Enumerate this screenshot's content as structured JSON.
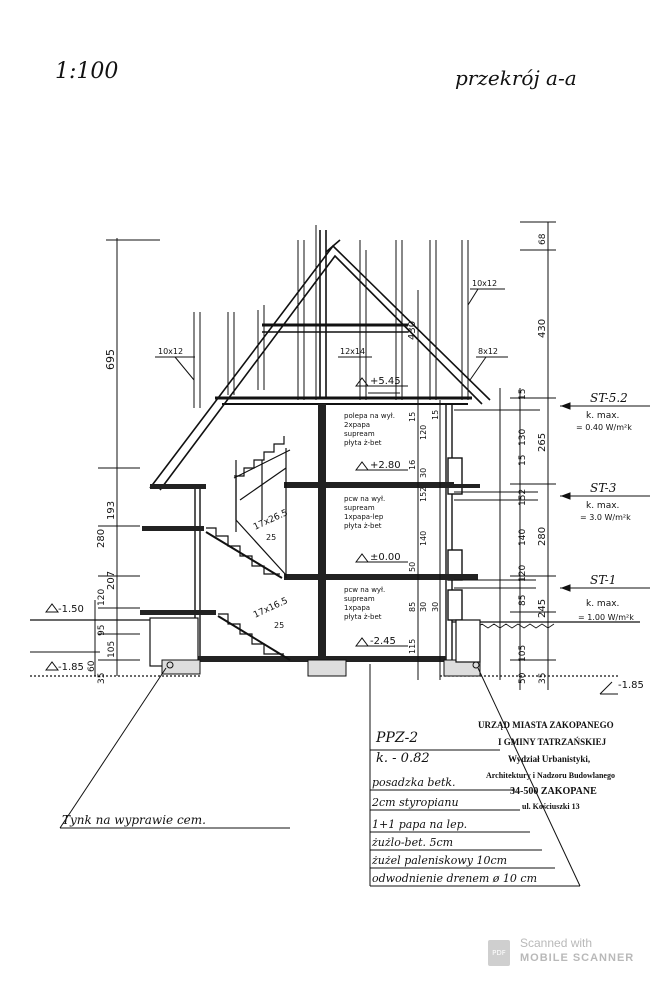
{
  "header": {
    "scale": "1:100",
    "section_title": "przekrój a-a"
  },
  "ridge_labels": {
    "height_total": "695",
    "height_430_right": "430",
    "height_430_mid": "430",
    "top_68": "68"
  },
  "timber_labels": {
    "t1": "10x12",
    "t2": "12x14",
    "t3": "8x12",
    "t4": "10x12"
  },
  "levels": {
    "l1": "+5.45",
    "l2": "+2.80",
    "l3": "±0.00",
    "l4": "-2.45",
    "l5": "-1.50",
    "l6": "-1.85",
    "l7": "-1.85"
  },
  "left_dims": [
    "193",
    "280",
    "207",
    "120",
    "95",
    "105",
    "60",
    "35"
  ],
  "right_dims": [
    "15",
    "130",
    "15",
    "265",
    "152",
    "140",
    "280",
    "120",
    "245",
    "85",
    "105",
    "50",
    "35"
  ],
  "mid_dims": [
    "15",
    "120",
    "15",
    "16",
    "30",
    "152",
    "140",
    "50",
    "85",
    "30",
    "30",
    "115"
  ],
  "stair_labels": [
    "17x26.5",
    "25",
    "17x16.5",
    "25"
  ],
  "floor_notes": [
    [
      "polepa na wył.",
      "2xpapa",
      "supream",
      "płyta ż-bet"
    ],
    [
      "pcw na wył.",
      "supream",
      "1xpapa-lep",
      "płyta ż-bet"
    ],
    [
      "pcw na wył.",
      "supream",
      "1xpapa",
      "płyta ż-bet"
    ]
  ],
  "st_labels": [
    {
      "name": "ST-5.2",
      "k": "k. max.",
      "v": "= 0.40 W/m²k"
    },
    {
      "name": "ST-3",
      "k": "k. max.",
      "v": "= 3.0 W/m²k"
    },
    {
      "name": "ST-1",
      "k": "k. max.",
      "v": "= 1.00 W/m²k"
    }
  ],
  "foundation": {
    "ppz": "PPZ-2",
    "k": "k. - 0.82",
    "lines": [
      "posadzka betk.",
      "2cm styropianu",
      "1+1 papa na lep.",
      "żużlo-bet. 5cm",
      "żużel paleniskowy 10cm",
      "odwodnienie drenem ø 10 cm"
    ],
    "tynk": "Tynk na wyprawie cem."
  },
  "stamp": {
    "l1": "URZĄD MIASTA ZAKOPANEGO",
    "l2": "I GMINY TATRZAŃSKIEJ",
    "l3": "Wydział Urbanistyki,",
    "l4": "Architektury i Nadzoru Budowlanego",
    "l5": "34-500 ZAKOPANE",
    "l6": "ul. Kościuszki 13"
  },
  "watermark": {
    "line1": "Scanned with",
    "line2": "MOBILE SCANNER",
    "badge": "PDF"
  }
}
